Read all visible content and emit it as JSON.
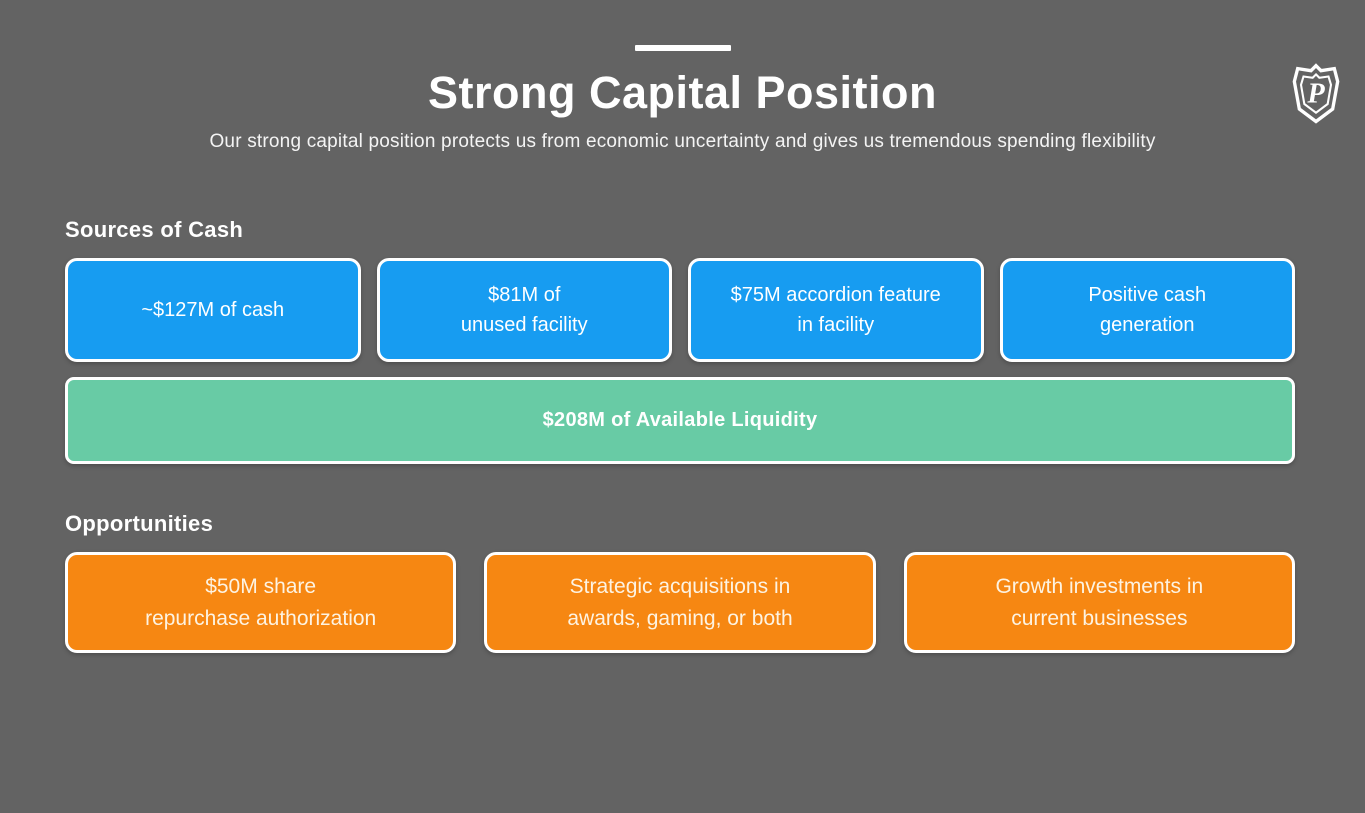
{
  "slide": {
    "title": "Strong Capital Position",
    "subtitle": "Our strong capital position protects us from economic uncertainty and gives us tremendous spending flexibility",
    "logo_letter": "P"
  },
  "sources_of_cash": {
    "heading": "Sources of Cash",
    "boxes": [
      {
        "line1": "~$127M of cash",
        "line2": ""
      },
      {
        "line1": "$81M of",
        "line2": "unused facility"
      },
      {
        "line1": "$75M accordion feature",
        "line2": "in facility"
      },
      {
        "line1": "Positive cash",
        "line2": "generation"
      }
    ],
    "total_box": "$208M of Available Liquidity"
  },
  "opportunities": {
    "heading": "Opportunities",
    "boxes": [
      {
        "line1": "$50M share",
        "line2": "repurchase authorization"
      },
      {
        "line1": "Strategic acquisitions in",
        "line2": "awards, gaming, or both"
      },
      {
        "line1": "Growth investments in",
        "line2": "current businesses"
      }
    ]
  },
  "colors": {
    "background": "#636363",
    "source_box": "#179CF1",
    "liquidity_box": "#68CBA5",
    "opportunity_box": "#F68712",
    "text": "#FFFFFF"
  }
}
